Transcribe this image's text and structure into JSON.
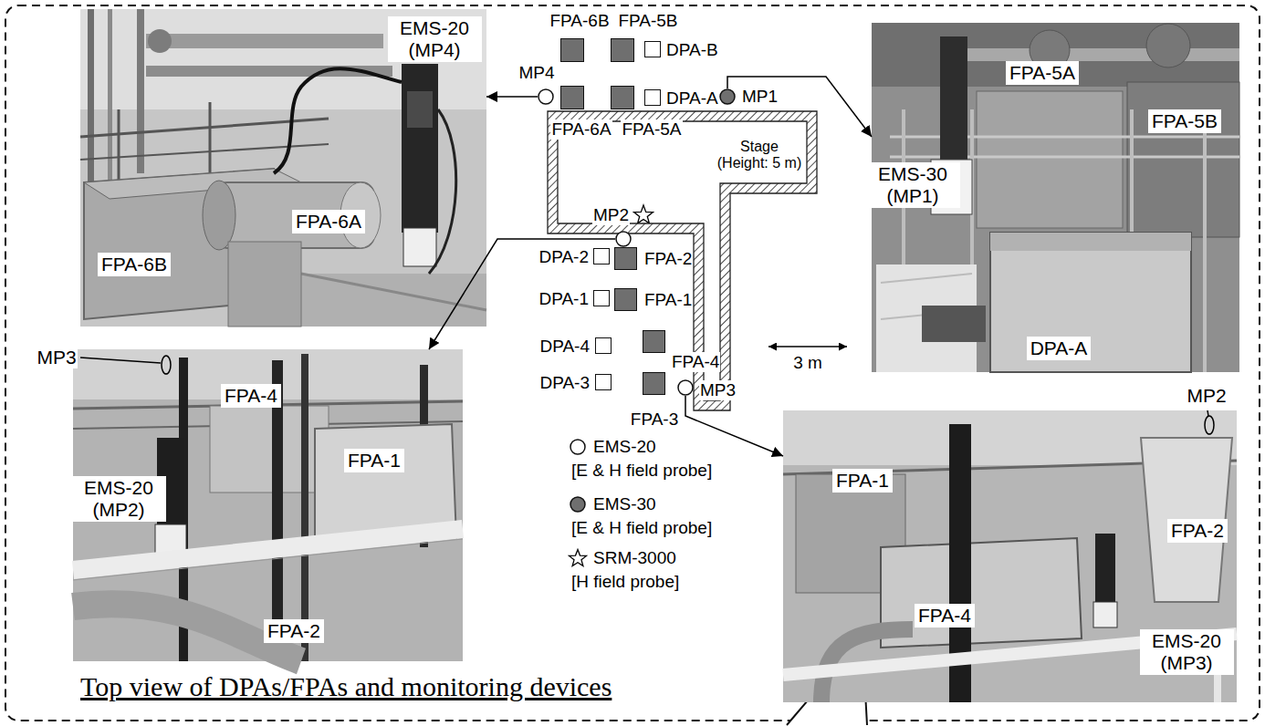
{
  "diagram": {
    "caption": "Top view of DPAs/FPAs and monitoring devices",
    "nodes": [
      {
        "text": [
          "EMS-20 (MP4)",
          "FPA-6B",
          "FPA-6A"
        ]
      },
      {
        "text": [
          "EMS-30 (MP1)",
          "FPA-5A",
          "FPA-5B",
          "DPA-A"
        ]
      },
      {
        "text": [
          "MP3",
          "FPA-4",
          "EMS-20 (MP2)",
          "FPA-1",
          "FPA-2"
        ]
      },
      {
        "text": [
          "MP2",
          "FPA-1",
          "FPA-2",
          "EMS-20 (MP3)",
          "FPA-4"
        ]
      },
      {
        "text": [
          "FPA-6B"
        ]
      },
      {
        "text": [
          "FPA-5B"
        ]
      },
      {
        "text": [
          "DPA-B"
        ]
      },
      {
        "text": [
          "MP4"
        ]
      },
      {
        "text": [
          "FPA-6A"
        ]
      },
      {
        "text": [
          "FPA-5A"
        ]
      },
      {
        "text": [
          "DPA-A"
        ]
      },
      {
        "text": [
          "MP1"
        ]
      },
      {
        "text": [
          "Stage (Height: 5 m)"
        ]
      },
      {
        "text": [
          "MP2"
        ]
      },
      {
        "text": [
          "DPA-2"
        ]
      },
      {
        "text": [
          "FPA-2"
        ]
      },
      {
        "text": [
          "DPA-1"
        ]
      },
      {
        "text": [
          "FPA-1"
        ]
      },
      {
        "text": [
          "DPA-4"
        ]
      },
      {
        "text": [
          "FPA-4"
        ]
      },
      {
        "text": [
          "MP3"
        ]
      },
      {
        "text": [
          "DPA-3"
        ]
      },
      {
        "text": [
          "FPA-3"
        ]
      }
    ],
    "edges": [
      {
        "from": 7,
        "to": 0,
        "arrow": "to"
      },
      {
        "from": 11,
        "to": 1,
        "arrow": "to"
      },
      {
        "from": 13,
        "to": 2,
        "arrow": "to"
      },
      {
        "from": 20,
        "to": 3,
        "arrow": "to"
      }
    ],
    "labels": [
      "3 m"
    ],
    "legend": [
      {
        "text": "EMS-20"
      },
      {
        "text": "[E & H field probe]"
      },
      {
        "text": "EMS-30"
      },
      {
        "text": "[E & H field probe]"
      },
      {
        "text": "SRM-3000"
      },
      {
        "text": "[H field probe]"
      }
    ]
  }
}
